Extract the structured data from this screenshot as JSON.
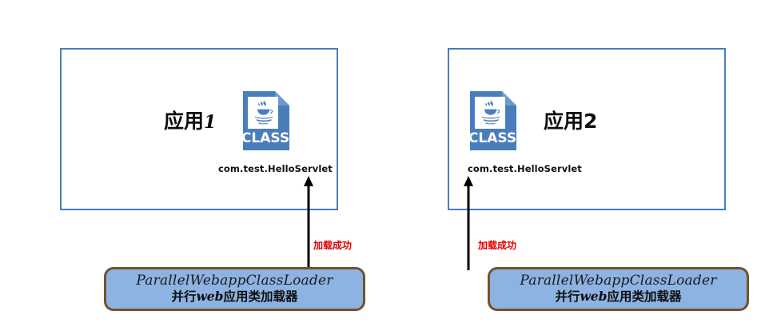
{
  "diagram": {
    "title": "ParallelWebappClassLoader class isolation diagram",
    "colors": {
      "app_box_border": "#4a7ebb",
      "icon_blue": "#4a7ebb",
      "loader_fill": "#8db3e2",
      "loader_border": "#76512a",
      "status_red": "#e00000",
      "arrow_black": "#000000",
      "background": "#ffffff"
    }
  },
  "apps": [
    {
      "box_name": "app-box-1",
      "label_prefix": "应用",
      "label_number": "1",
      "class_name": "com.test.HelloServlet",
      "icon_label": "CLASS",
      "icon_name": "java-class-file-icon",
      "label_position": "left-of-icon"
    },
    {
      "box_name": "app-box-2",
      "label_prefix": "应用",
      "label_number": "2",
      "class_name": "com.test.HelloServlet",
      "icon_label": "CLASS",
      "icon_name": "java-class-file-icon",
      "label_position": "right-of-icon"
    }
  ],
  "arrows": [
    {
      "name": "load-arrow-1",
      "status": "加载成功",
      "direction": "up"
    },
    {
      "name": "load-arrow-2",
      "status": "加载成功",
      "direction": "up"
    }
  ],
  "loaders": [
    {
      "name": "parallel-webapp-classloader-1",
      "title": "ParallelWebappClassLoader",
      "subtitle_pre": "并行",
      "subtitle_latin": "web",
      "subtitle_post": "应用类加载器"
    },
    {
      "name": "parallel-webapp-classloader-2",
      "title": "ParallelWebappClassLoader",
      "subtitle_pre": "并行",
      "subtitle_latin": "web",
      "subtitle_post": "应用类加载器"
    }
  ]
}
